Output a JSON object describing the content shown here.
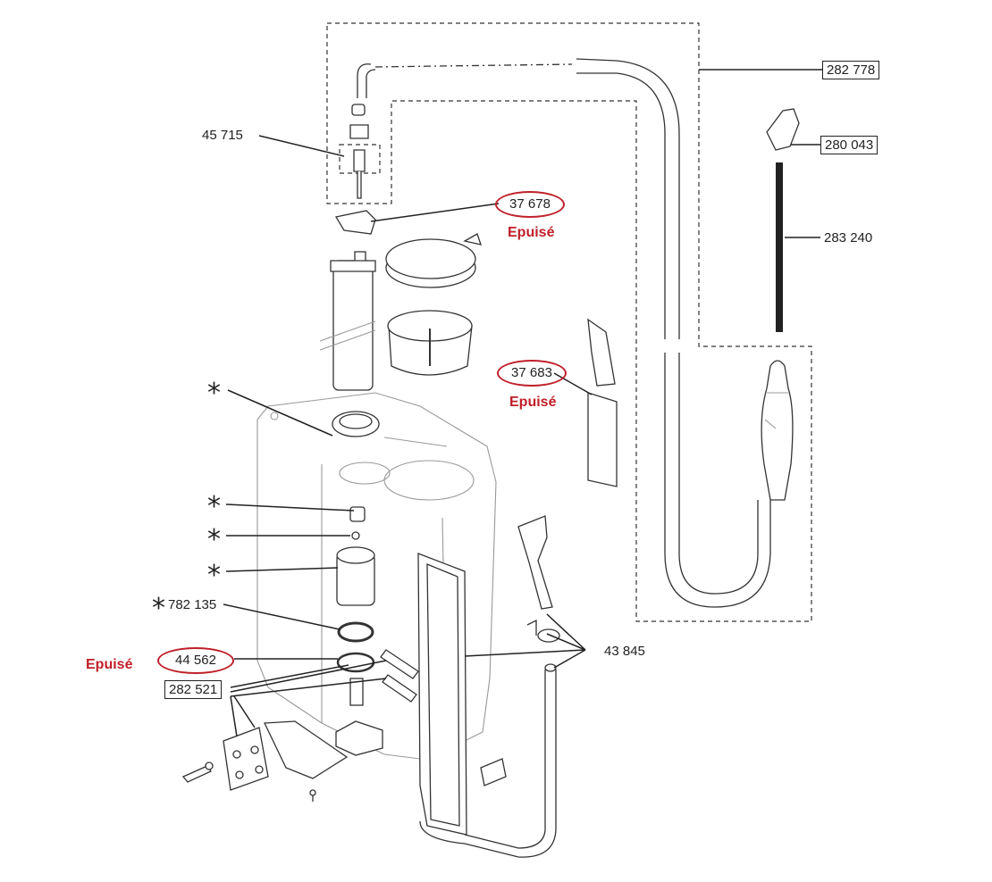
{
  "labels": {
    "p282778": "282 778",
    "p280043": "280 043",
    "p283240": "283 240",
    "p45715": "45 715",
    "p37678": "37 678",
    "p37683": "37 683",
    "p782135": "782 135",
    "p44562": "44 562",
    "p282521": "282 521",
    "p43845": "43 845"
  },
  "status": {
    "epuise_1": "Epuisé",
    "epuise_2": "Epuisé",
    "epuise_3": "Epuisé"
  },
  "stars": [
    "*",
    "*",
    "*",
    "*",
    "*"
  ],
  "colors": {
    "highlight": "#c0202a",
    "line": "#222222"
  }
}
